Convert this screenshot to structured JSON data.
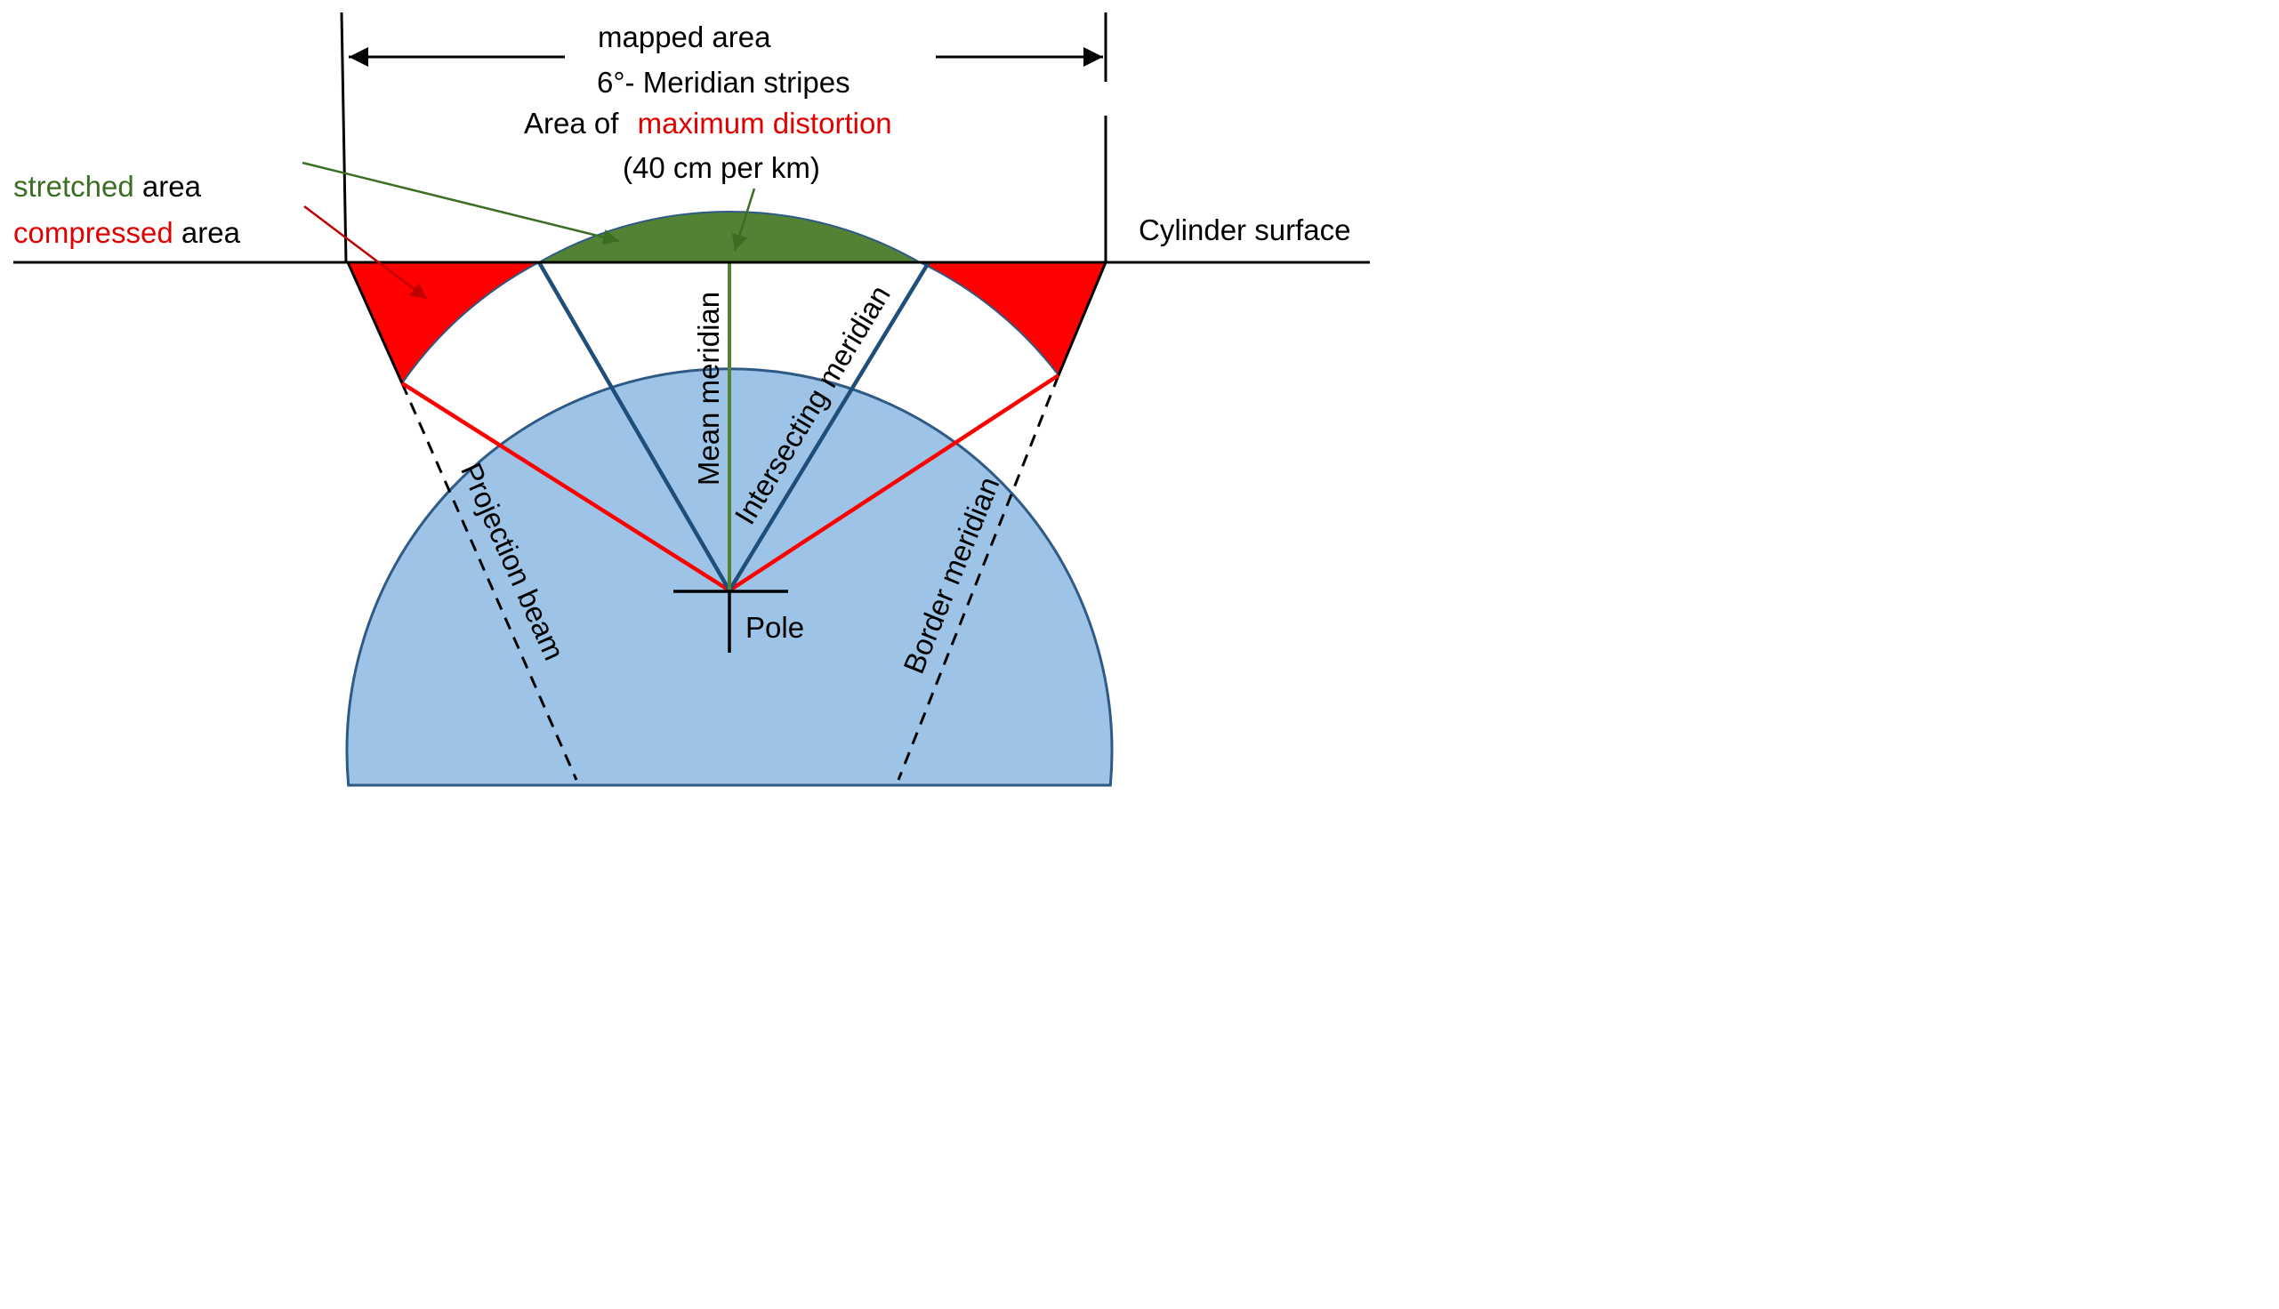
{
  "header": {
    "mapped_area": "mapped area",
    "meridian_stripes": "6°- Meridian stripes",
    "area_of": "Area of",
    "maximum_distortion": "maximum distortion",
    "distortion_value": "(40 cm per km)"
  },
  "legend": {
    "stretched_word": "stretched",
    "stretched_suffix": " area",
    "compressed_word": "compressed",
    "compressed_suffix": " area"
  },
  "labels": {
    "cylinder_surface": "Cylinder surface",
    "mean_meridian": "Mean meridian",
    "intersecting_meridian": "Intersecting meridian",
    "projection_beam": "Projection beam",
    "border_meridian": "Border meridian",
    "pole": "Pole"
  },
  "colors": {
    "sphere_fill": "#9dc3e6",
    "sphere_stroke": "#2e5a85",
    "stretched_green": "#548235",
    "arrow_green": "#3b6e22",
    "compressed_red": "#ff0000",
    "arrow_red": "#c00000",
    "meridian_blue": "#1f4e79",
    "text_red": "#e00000"
  }
}
